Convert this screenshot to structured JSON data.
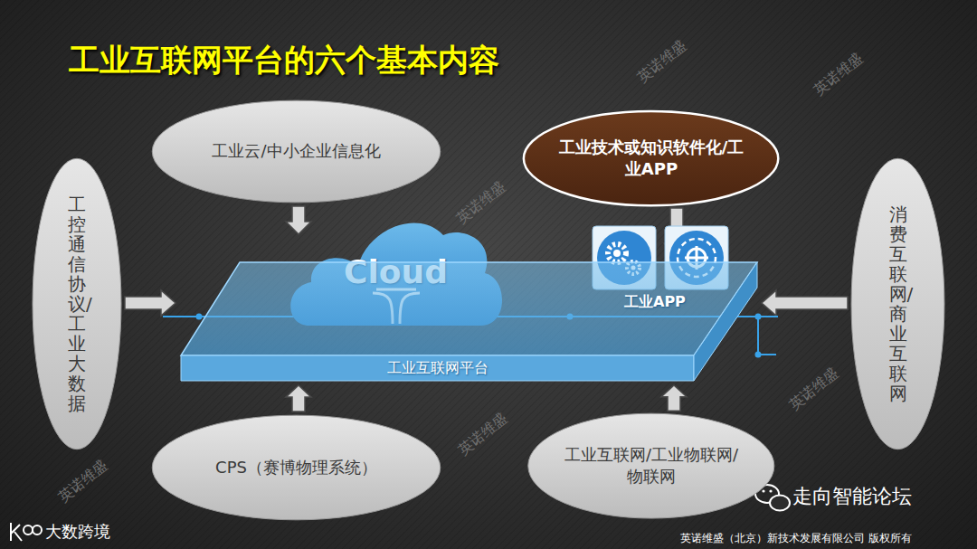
{
  "diagram": {
    "title": "工业互联网平台的六个基本内容",
    "nodes": [
      {
        "text": [
          "工业云/中小企业信息化"
        ]
      },
      {
        "text": [
          "工业技术或知识软件化/工业APP"
        ]
      },
      {
        "text": [
          "工控通信协议/工业大数据"
        ]
      },
      {
        "text": [
          "Cloud"
        ]
      },
      {
        "text": [
          "工业互联网平台"
        ]
      },
      {
        "text": [
          "消费互联网/商业互联网"
        ]
      },
      {
        "text": [
          "CPS（赛博物理系统）"
        ]
      },
      {
        "text": [
          "工业互联网/工业物联网/物联网"
        ]
      }
    ],
    "edges": [
      {
        "from": 0,
        "to": 3,
        "arrow": "to"
      },
      {
        "from": 1,
        "to": 4,
        "arrow": "to"
      },
      {
        "from": 2,
        "to": 4,
        "arrow": "to"
      },
      {
        "from": 5,
        "to": 4,
        "arrow": "to"
      },
      {
        "from": 6,
        "to": 4,
        "arrow": "to"
      },
      {
        "from": 7,
        "to": 4,
        "arrow": "to"
      }
    ],
    "labels": [
      "工业APP",
      "英诺维盛",
      "英诺维盛",
      "英诺维盛",
      "英诺维盛",
      "英诺维盛",
      "英诺维盛",
      "走向智能论坛",
      "大数跨境",
      "英诺维盛（北京）新技术发展有限公司 版权所有"
    ]
  }
}
